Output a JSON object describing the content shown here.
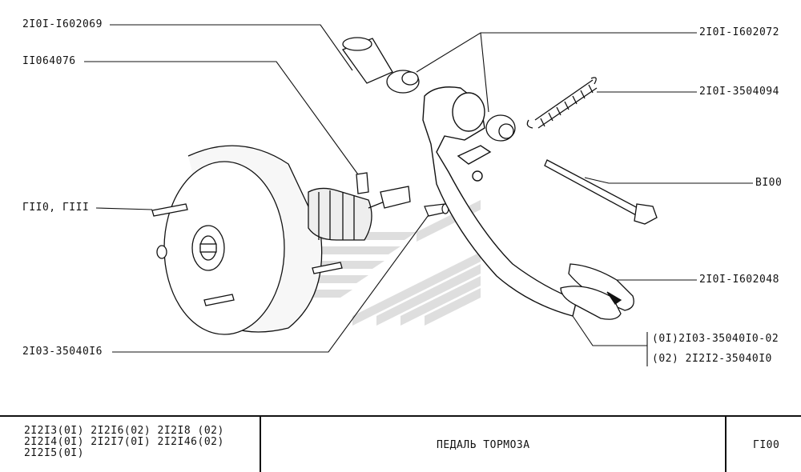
{
  "labels": {
    "p2101_1602069": "2I0I-I602069",
    "p11064076": "II064076",
    "g110": "ГII0, ГIII",
    "p2103_3504016": "2I03-35040I6",
    "p2101_1602072": "2I0I-I602072",
    "p2101_3504094": "2I0I-3504094",
    "v100": "BI00",
    "p2101_1602048": "2I0I-I602048",
    "variant_01": "(0I)2I03-35040I0-02",
    "variant_02": "(02)  2I2I2-35040I0"
  },
  "title_block": {
    "models": [
      "2I2I3(0I)  2I2I6(02)  2I2I8 (02)",
      "2I2I4(0I)  2I2I7(0I)  2I2I46(02)",
      "2I2I5(0I)"
    ],
    "title": "ПЕДАЛЬ  ТОРМОЗА",
    "code": "ГI00"
  }
}
